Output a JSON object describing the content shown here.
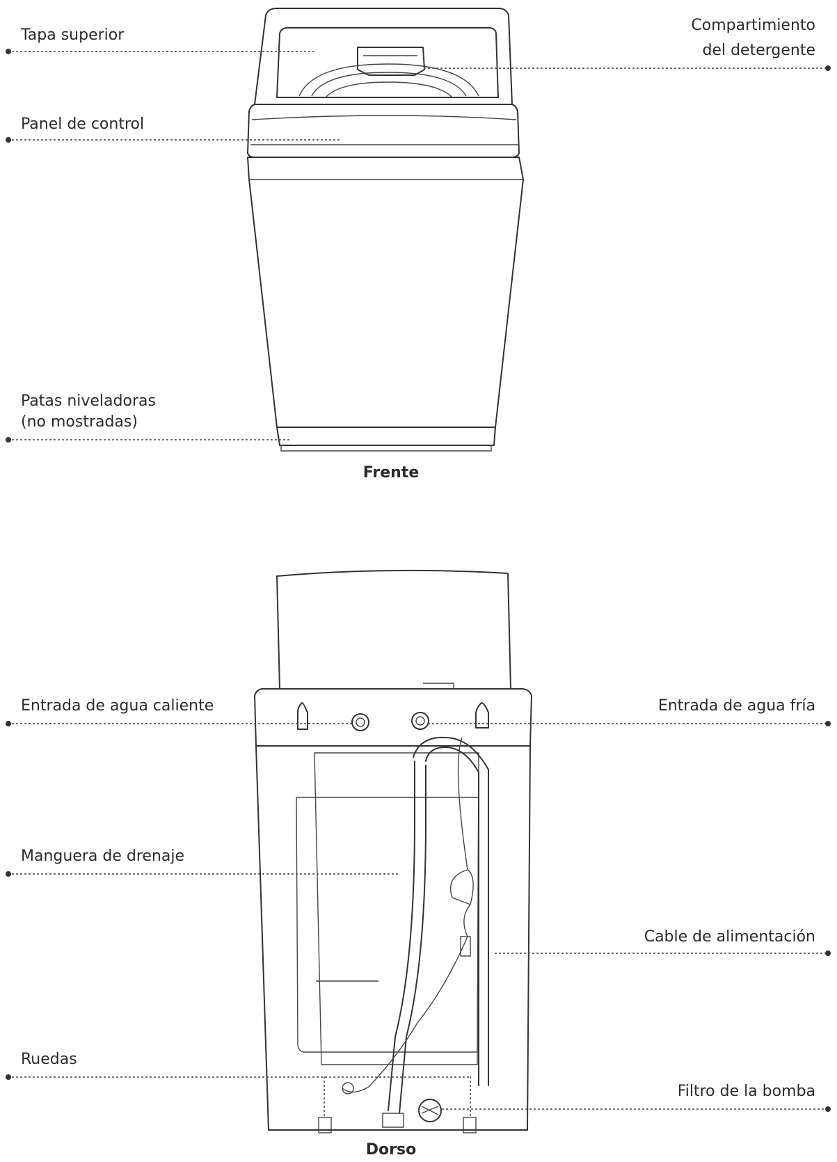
{
  "views": {
    "front": {
      "caption": "Frente"
    },
    "back": {
      "caption": "Dorso"
    }
  },
  "labels": {
    "tapa_superior": "Tapa superior",
    "compartimiento_1": "Compartimiento",
    "compartimiento_2": "del detergente",
    "panel_control": "Panel de control",
    "patas_1": "Patas niveladoras",
    "patas_2": "(no mostradas)",
    "agua_caliente": "Entrada de agua caliente",
    "agua_fria": "Entrada de agua fría",
    "manguera": "Manguera de drenaje",
    "cable": "Cable de alimentación",
    "ruedas": "Ruedas",
    "filtro": "Filtro de la bomba"
  },
  "colors": {
    "line": "#333333",
    "text": "#2b2b2b",
    "background": "#ffffff"
  }
}
